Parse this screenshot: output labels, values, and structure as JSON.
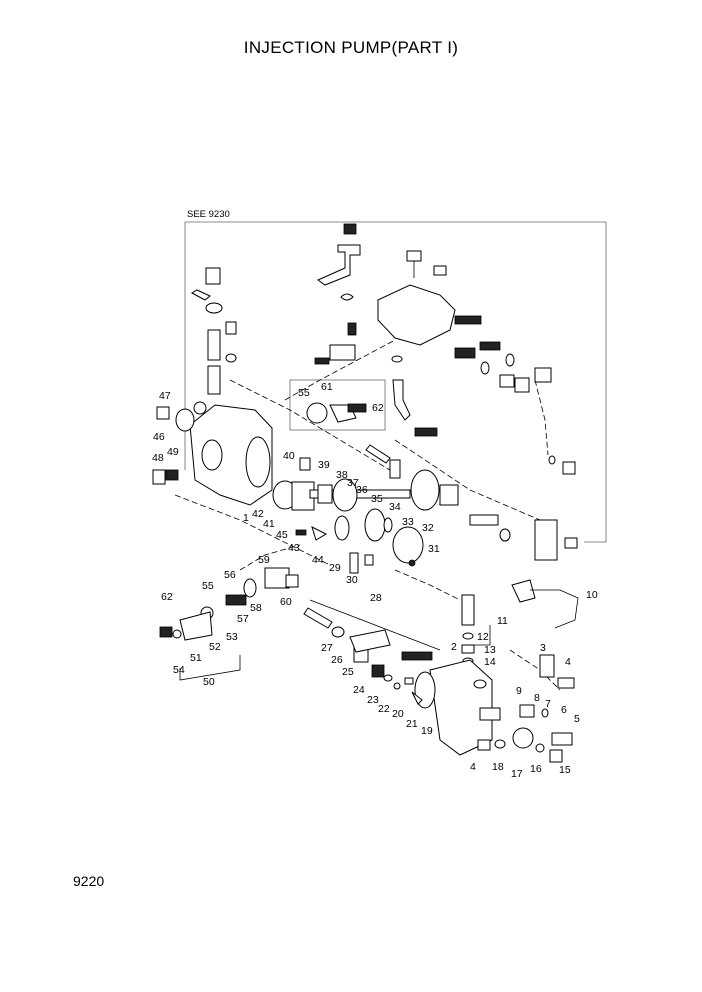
{
  "page": {
    "title": "INJECTION PUMP(PART I)",
    "page_number": "9220",
    "reference": "SEE 9230"
  },
  "callouts": [
    "1",
    "2",
    "3",
    "4",
    "4",
    "5",
    "6",
    "7",
    "8",
    "9",
    "10",
    "11",
    "12",
    "13",
    "14",
    "15",
    "16",
    "17",
    "18",
    "19",
    "20",
    "21",
    "22",
    "23",
    "24",
    "25",
    "26",
    "27",
    "28",
    "29",
    "30",
    "31",
    "32",
    "33",
    "34",
    "35",
    "36",
    "37",
    "38",
    "39",
    "40",
    "41",
    "42",
    "43",
    "44",
    "45",
    "46",
    "47",
    "48",
    "49",
    "50",
    "51",
    "52",
    "53",
    "54",
    "55",
    "55",
    "56",
    "57",
    "58",
    "59",
    "60",
    "61",
    "62",
    "62"
  ]
}
